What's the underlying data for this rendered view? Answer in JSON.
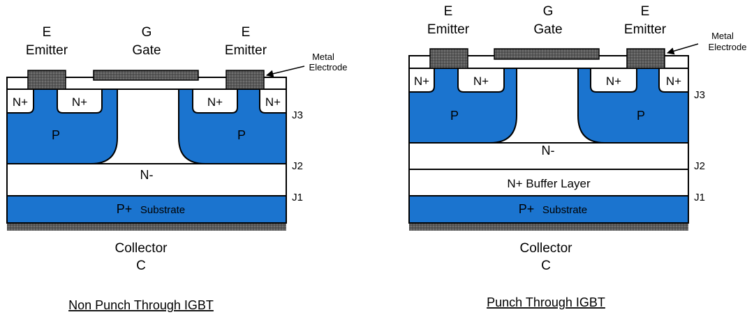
{
  "colors": {
    "p_region": "#1b74cf",
    "metal": "#555555",
    "outline": "#000000",
    "background": "#ffffff",
    "watermark": "#dde3ee"
  },
  "left": {
    "caption": "Non Punch Through IGBT",
    "emitter_letter": "E",
    "emitter_name": "Emitter",
    "gate_letter": "G",
    "gate_name": "Gate",
    "metal_label_line1": "Metal",
    "metal_label_line2": "Electrode",
    "n_plus": "N+",
    "p": "P",
    "n_minus": "N-",
    "p_plus": "P+",
    "substrate": "Substrate",
    "collector_name": "Collector",
    "collector_letter": "C",
    "j3": "J3",
    "j2": "J2",
    "j1": "J1"
  },
  "right": {
    "caption": "Punch Through IGBT",
    "emitter_letter": "E",
    "emitter_name": "Emitter",
    "gate_letter": "G",
    "gate_name": "Gate",
    "metal_label_line1": "Metal",
    "metal_label_line2": "Electrode",
    "n_plus": "N+",
    "p": "P",
    "n_minus": "N-",
    "buffer": "N+ Buffer Layer",
    "p_plus": "P+",
    "substrate": "Substrate",
    "collector_name": "Collector",
    "collector_letter": "C",
    "j3": "J3",
    "j2": "J2",
    "j1": "J1"
  }
}
